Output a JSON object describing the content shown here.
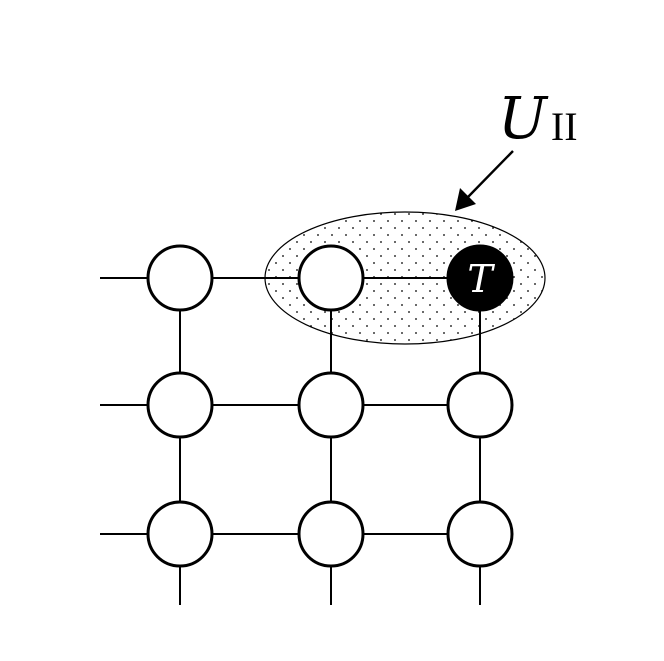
{
  "region_label": {
    "script": "U",
    "subscript": "II"
  },
  "tensor_label": "T",
  "colors": {
    "stroke": "#000000",
    "node_fill": "#ffffff",
    "tensor_fill": "#000000",
    "region_dots": "#000000"
  }
}
